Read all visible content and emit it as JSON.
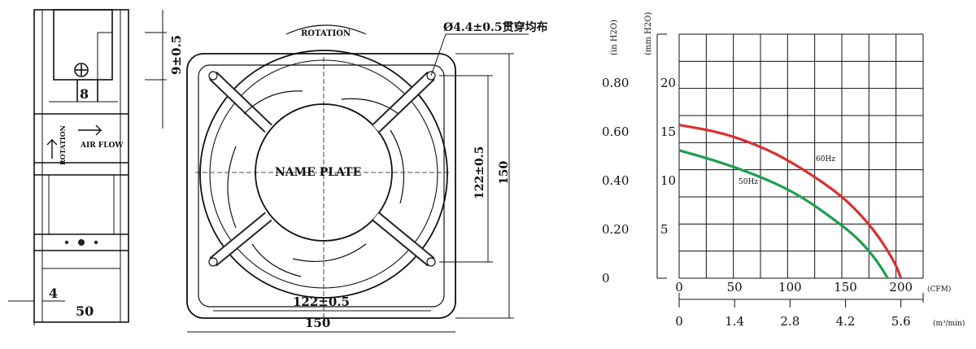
{
  "side_view": {
    "dim_top": "9±0.5",
    "dim_pin": "8",
    "label_airflow": "AIR FLOW",
    "label_rotation": "ROTATION",
    "dim_flange": "4",
    "dim_depth": "50"
  },
  "front_view": {
    "rotation_label": "ROTATION",
    "hole_callout": "Ø4.4±0.5贯穿均布",
    "name_plate": "NAME PLATE",
    "dim_hole_spacing_v": "122±0.5",
    "dim_size_v": "150",
    "dim_hole_spacing_h": "122±0.5",
    "dim_size_h": "150"
  },
  "chart_data": {
    "type": "line",
    "y_unit_left": "(in H2O)",
    "y_unit_right": "(mm H2O)",
    "y_ticks_in": [
      "0.80",
      "0.60",
      "0.40",
      "0.20",
      "0"
    ],
    "y_ticks_mm": [
      "20",
      "15",
      "10",
      "5"
    ],
    "x_unit_cfm": "(CFM)",
    "x_unit_m3": "(m³/min)",
    "x_ticks_cfm": [
      "0",
      "50",
      "100",
      "150",
      "200"
    ],
    "x_ticks_m3": [
      "0",
      "1.4",
      "2.8",
      "4.2",
      "5.6"
    ],
    "xlim_cfm": [
      0,
      220
    ],
    "ylim_mm": [
      0,
      25
    ],
    "series": [
      {
        "name": "60Hz",
        "color": "#d93030",
        "points": [
          [
            0,
            15.7
          ],
          [
            40,
            14.9
          ],
          [
            80,
            13.2
          ],
          [
            110,
            11.3
          ],
          [
            140,
            9.0
          ],
          [
            160,
            7.0
          ],
          [
            180,
            4.3
          ],
          [
            195,
            1.5
          ],
          [
            200,
            0
          ]
        ]
      },
      {
        "name": "50Hz",
        "color": "#1f9e50",
        "points": [
          [
            0,
            13.1
          ],
          [
            40,
            11.8
          ],
          [
            80,
            10.1
          ],
          [
            110,
            8.4
          ],
          [
            140,
            6.0
          ],
          [
            160,
            4.2
          ],
          [
            175,
            2.3
          ],
          [
            185,
            0.6
          ],
          [
            188,
            0
          ]
        ]
      }
    ]
  }
}
